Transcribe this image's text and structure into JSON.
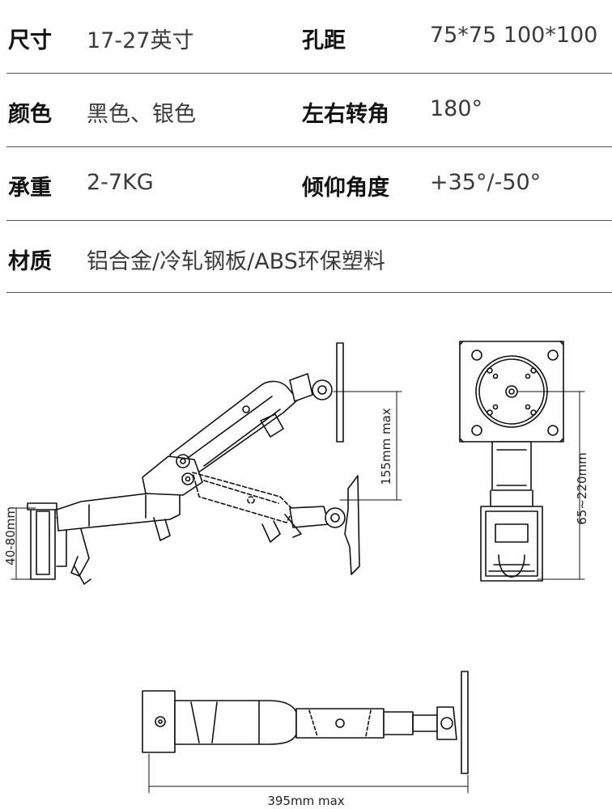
{
  "specs": {
    "rows": [
      {
        "label_a": "尺寸",
        "value_a": "17-27英寸",
        "label_b": "孔距",
        "value_b": "75*75  100*100"
      },
      {
        "label_a": "颜色",
        "value_a": "黑色、银色",
        "label_b": "左右转角",
        "value_b": "180°"
      },
      {
        "label_a": "承重",
        "value_a": "2-7KG",
        "label_b": "倾仰角度",
        "value_b": "+35°/-50°"
      },
      {
        "label_a": "材质",
        "value_a": "铝合金/冷轧钢板/ABS环保塑料"
      }
    ]
  },
  "dimensions": {
    "clamp_range": "40-80mm",
    "vertical_max": "155mm max",
    "height_range": "65~220mm",
    "reach_max": "395mm max"
  }
}
